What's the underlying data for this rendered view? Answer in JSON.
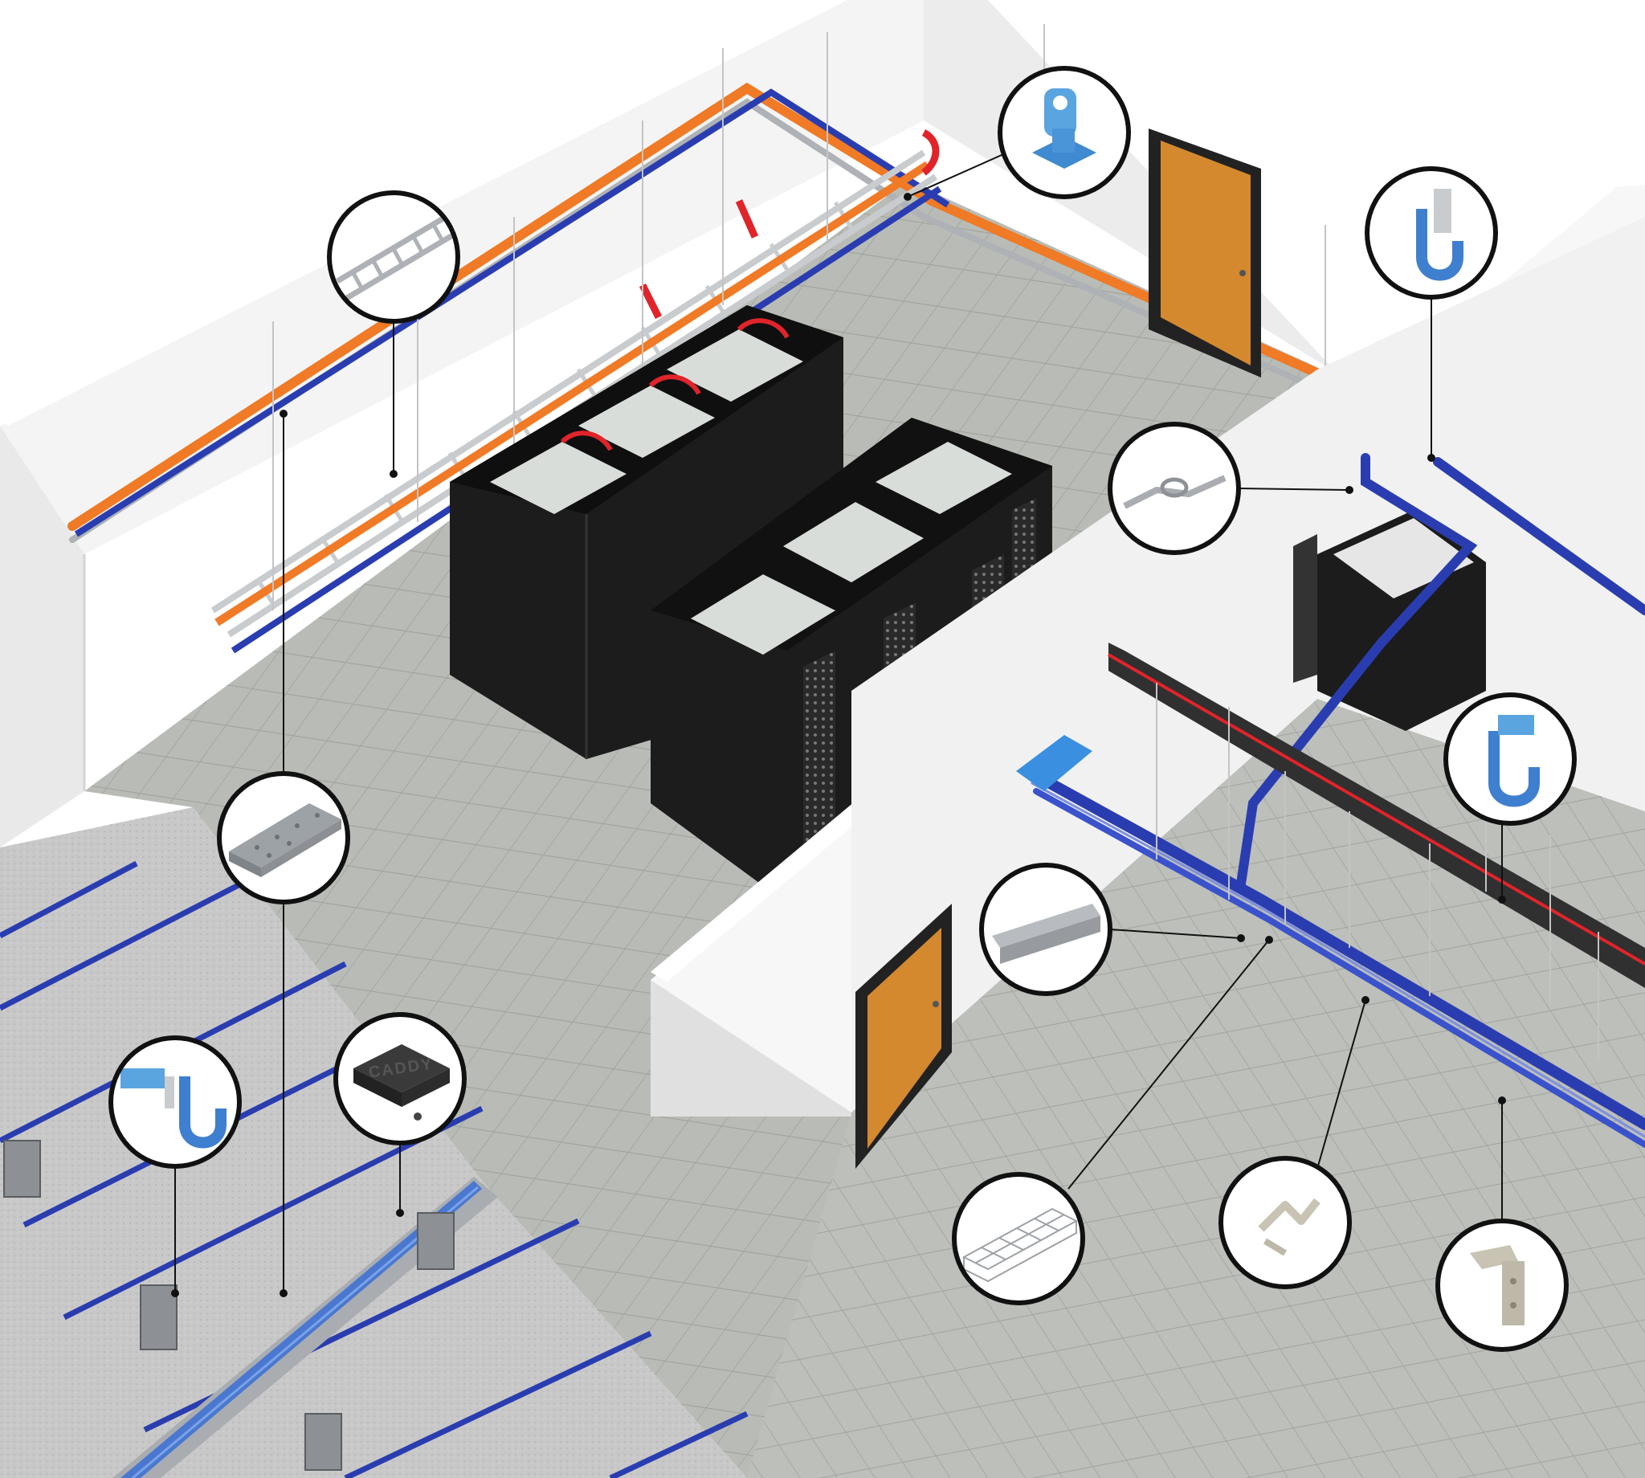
{
  "diagram": {
    "colors": {
      "background": "#ffffff",
      "wall": "#f4f4f4",
      "wall_shadow": "#e4e4e4",
      "floor_tile": "#b9bcb6",
      "floor_grout": "#9fa39c",
      "concrete": "#c8c8c8",
      "rack": "#1c1c1c",
      "rack_top": "#d9ddd9",
      "door": "#d4892f",
      "door_frame": "#222222",
      "orange": "#f07a25",
      "blue": "#2a3db0",
      "red": "#e0242a",
      "steel": "#b8bcc0",
      "callout_ring": "#111111",
      "light_blue_part": "#5aa4e0"
    },
    "product_callouts": [
      {
        "id": "ladder-tray",
        "icon": "cable-ladder-icon"
      },
      {
        "id": "beam-clamp",
        "icon": "beam-clamp-icon"
      },
      {
        "id": "j-hook-top-right",
        "icon": "j-hook-icon"
      },
      {
        "id": "bridle-ring",
        "icon": "bridle-ring-icon"
      },
      {
        "id": "perforated-tray",
        "icon": "perforated-tray-icon"
      },
      {
        "id": "j-hook-right",
        "icon": "j-hook-icon"
      },
      {
        "id": "strut-channel",
        "icon": "strut-channel-icon"
      },
      {
        "id": "j-hook-floor",
        "icon": "j-hook-icon"
      },
      {
        "id": "floor-box",
        "icon": "floor-box-icon",
        "label": "CADDY"
      },
      {
        "id": "wire-mesh-tray",
        "icon": "wire-mesh-tray-icon"
      },
      {
        "id": "hanger-clip",
        "icon": "hanger-clip-icon"
      },
      {
        "id": "angle-bracket",
        "icon": "angle-bracket-icon"
      }
    ]
  }
}
